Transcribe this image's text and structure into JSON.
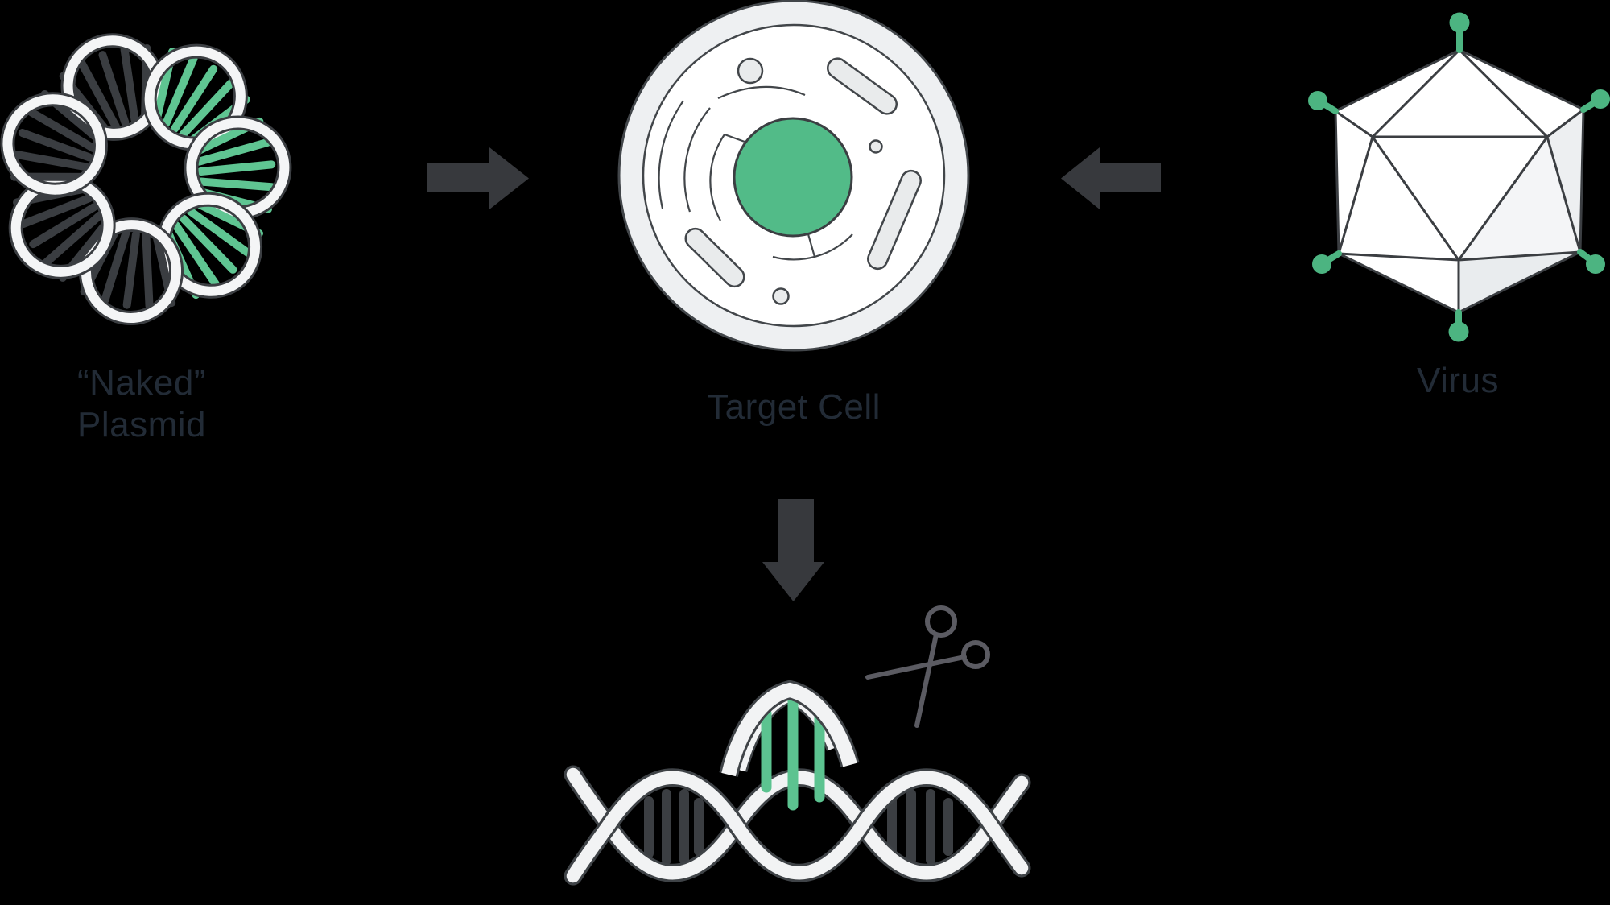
{
  "diagram": {
    "description": "Gene delivery methods diagram: naked plasmid and virus deliver genetic material into a target cell, leading to genome editing (DNA cut by scissors with green insert)",
    "nodes": {
      "plasmid": {
        "label_line1": "“Naked”",
        "label_line2": "Plasmid",
        "icon": "plasmid-circular-dna-icon"
      },
      "target_cell": {
        "label": "Target Cell",
        "icon": "cell-icon"
      },
      "virus": {
        "label": "Virus",
        "icon": "virus-icosahedron-icon"
      },
      "genome_editing": {
        "icon": "dna-helix-with-scissors-icon"
      }
    },
    "arrows": [
      {
        "name": "plasmid-to-cell",
        "direction": "right"
      },
      {
        "name": "virus-to-cell",
        "direction": "left"
      },
      {
        "name": "cell-to-genome",
        "direction": "down"
      }
    ],
    "colors": {
      "background": "#000000",
      "label_text": "#222b36",
      "arrow": "#37393d",
      "outline_dark": "#3b3e42",
      "nucleus_green": "#52bb88",
      "virus_spike_green": "#4cb481",
      "dna_insert_green": "#5cc390",
      "plasmid_rung_green": "#5fc592",
      "cell_membrane_fill": "#eef0f2",
      "organelle_fill": "#e9ebec",
      "strand_white": "#f2f3f4",
      "scissors_gray": "#5b5b62"
    }
  }
}
